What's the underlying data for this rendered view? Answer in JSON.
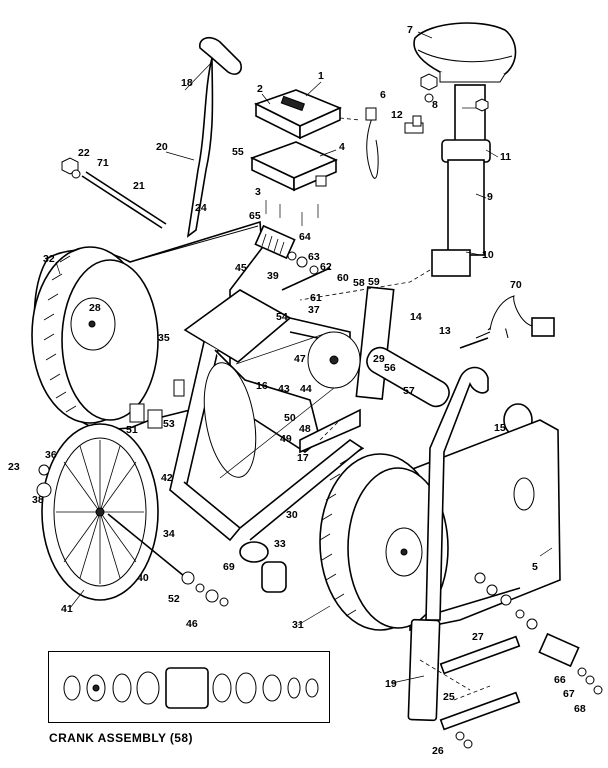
{
  "diagram": {
    "part_numbers": [
      "1",
      "2",
      "3",
      "4",
      "5",
      "6",
      "7",
      "8",
      "9",
      "10",
      "11",
      "12",
      "13",
      "14",
      "15",
      "16",
      "17",
      "18",
      "19",
      "20",
      "21",
      "22",
      "23",
      "24",
      "25",
      "26",
      "27",
      "28",
      "29",
      "30",
      "31",
      "32",
      "33",
      "34",
      "35",
      "36",
      "37",
      "38",
      "39",
      "40",
      "41",
      "42",
      "43",
      "44",
      "45",
      "46",
      "47",
      "48",
      "49",
      "50",
      "51",
      "52",
      "53",
      "54",
      "55",
      "56",
      "57",
      "58",
      "59",
      "60",
      "61",
      "62",
      "63",
      "64",
      "65",
      "66",
      "67",
      "68",
      "69",
      "70",
      "71"
    ],
    "crank_assembly_label": "CRANK ASSEMBLY (58)"
  }
}
